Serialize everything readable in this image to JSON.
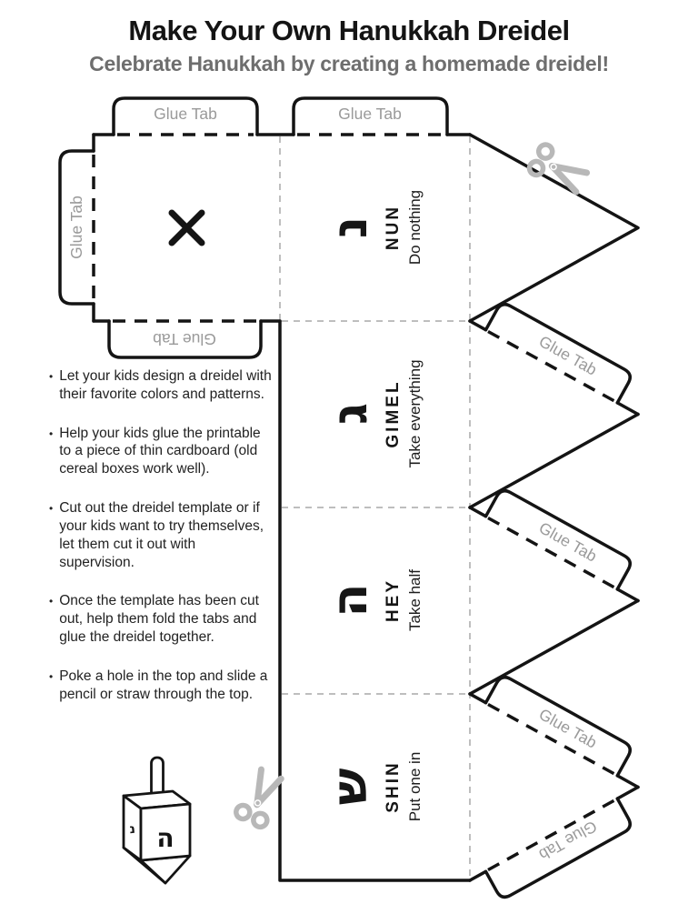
{
  "header": {
    "title": "Make Your Own Hanukkah Dreidel",
    "subtitle": "Celebrate Hanukkah by creating a homemade dreidel!"
  },
  "template": {
    "glue_tab_label": "Glue Tab",
    "squares": [
      {
        "letter": "נ",
        "name": "NUN",
        "action": "Do nothing"
      },
      {
        "letter": "ג",
        "name": "GIMEL",
        "action": "Take everything"
      },
      {
        "letter": "ה",
        "name": "HEY",
        "action": "Take half"
      },
      {
        "letter": "ש",
        "name": "SHIN",
        "action": "Put one in"
      }
    ]
  },
  "instructions": {
    "items": [
      "Let your kids design a dreidel with their favorite colors and patterns.",
      "Help your kids glue the printable to a piece of thin cardboard (old cereal boxes work well).",
      "Cut out the dreidel template or if your kids want to try themselves, let them cut it out with supervision.",
      "Once the template has been cut out, help them fold the tabs and glue the dreidel together.",
      "Poke a hole in the top and slide  a pencil or straw through the top."
    ]
  },
  "dreidel_illustration": {
    "front_letter": "ה",
    "side_letter": "נ"
  },
  "icons": {
    "scissors": "scissors-icon",
    "x_mark": "fold-x-mark"
  },
  "colors": {
    "line": "#141414",
    "subtitle_gray": "#6e6e6e",
    "glue_tab_gray": "#9a9a9a",
    "fold_line_gray": "#a8a8a8",
    "scissors_gray": "#b8b8b8"
  }
}
